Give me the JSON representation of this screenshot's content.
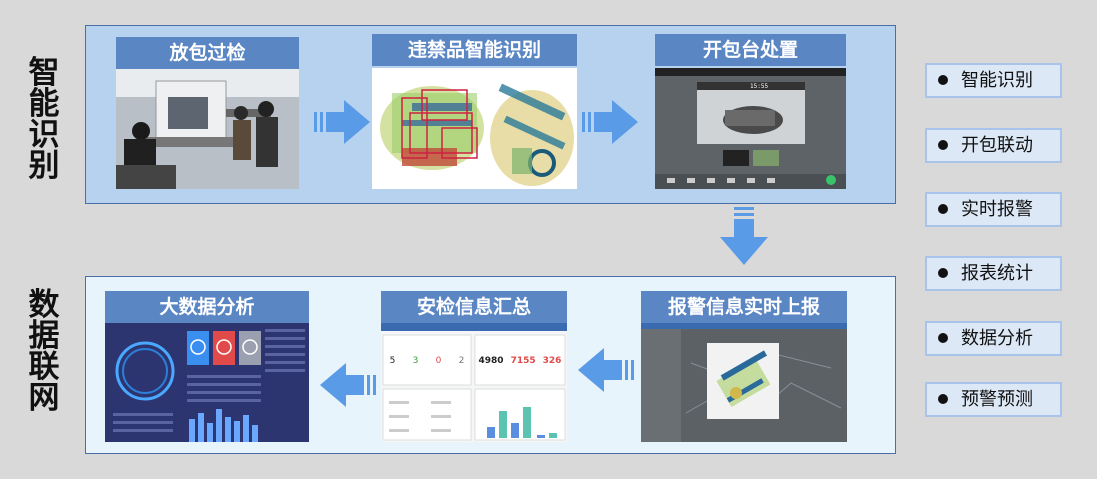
{
  "sections": {
    "top_label": "智能识别",
    "bottom_label": "数据联网"
  },
  "top_cards": [
    {
      "title": "放包过检"
    },
    {
      "title": "违禁品智能识别"
    },
    {
      "title": "开包台处置"
    }
  ],
  "bottom_cards": [
    {
      "title": "大数据分析"
    },
    {
      "title": "安检信息汇总"
    },
    {
      "title": "报警信息实时上报"
    }
  ],
  "screens": {
    "inspection_time": "15:55",
    "summary_top": [
      "5",
      "3",
      "0",
      "2"
    ],
    "summary_stats": [
      "4980",
      "7155",
      "326"
    ]
  },
  "side_list": [
    {
      "label": "智能识别"
    },
    {
      "label": "开包联动"
    },
    {
      "label": "实时报警"
    },
    {
      "label": "报表统计"
    },
    {
      "label": "数据分析"
    },
    {
      "label": "预警预测"
    }
  ],
  "colors": {
    "card_header": "#5b86c4",
    "arrow": "#5a9be8",
    "top_panel": "#b7d2ee",
    "bottom_panel": "#e8f4fc"
  }
}
